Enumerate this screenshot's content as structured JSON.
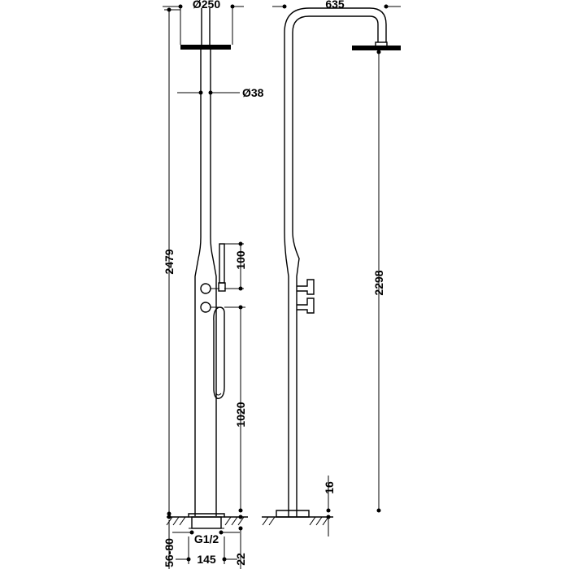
{
  "drawing": {
    "dimensions": {
      "head_diameter": "Ø250",
      "arm_reach": "635",
      "pipe_diameter": "Ø38",
      "total_height": "2479",
      "head_height": "2298",
      "hand_shower_length": "100",
      "valve_height": "1020",
      "base_thickness": "16",
      "connection": "G1/2",
      "recess_depth": "56-80",
      "base_width": "145",
      "base_offset": "22"
    }
  }
}
